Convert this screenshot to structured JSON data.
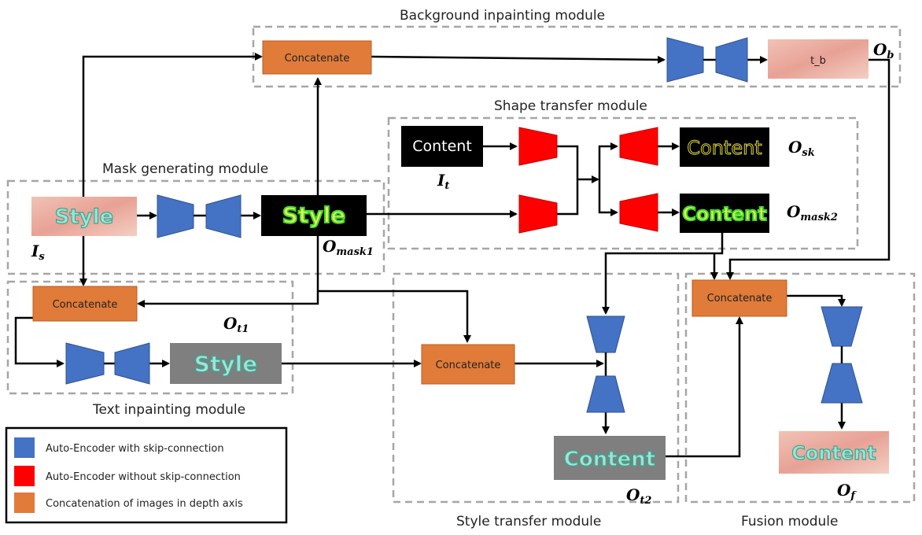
{
  "modules": {
    "background": "Background inpainting module",
    "shape": "Shape transfer module",
    "mask": "Mask generating module",
    "text": "Text inpainting module",
    "style": "Style transfer module",
    "fusion": "Fusion module"
  },
  "blocks": {
    "concat_label": "Concatenate"
  },
  "images": {
    "style_text": "Style",
    "content_text": "Content",
    "tb_text": "t_b"
  },
  "variables": {
    "Is": "I",
    "Is_sub": "s",
    "It": "I",
    "It_sub": "t",
    "Ob": "O",
    "Ob_sub": "b",
    "Osk": "O",
    "Osk_sub": "sk",
    "Omask2": "O",
    "Omask2_sub": "mask2",
    "Omask1": "O",
    "Omask1_sub": "mask1",
    "Ot1": "O",
    "Ot1_sub": "t1",
    "Ot2": "O",
    "Ot2_sub": "t2",
    "Of": "O",
    "Of_sub": "f"
  },
  "legend": [
    {
      "label": "Auto-Encoder with skip-connection",
      "color": "#4472c4"
    },
    {
      "label": "Auto-Encoder without skip-connection",
      "color": "#ff0000"
    },
    {
      "label": "Concatenation of images in depth axis",
      "color": "#e07b39"
    }
  ],
  "colors": {
    "encoder_skip": "#4472c4",
    "encoder_noskip": "#ff0000",
    "concat": "#e07b39",
    "module_border": "#a6a6a6",
    "text_bg": "#e8a9a0",
    "gray_bg": "#7f7f7f"
  }
}
